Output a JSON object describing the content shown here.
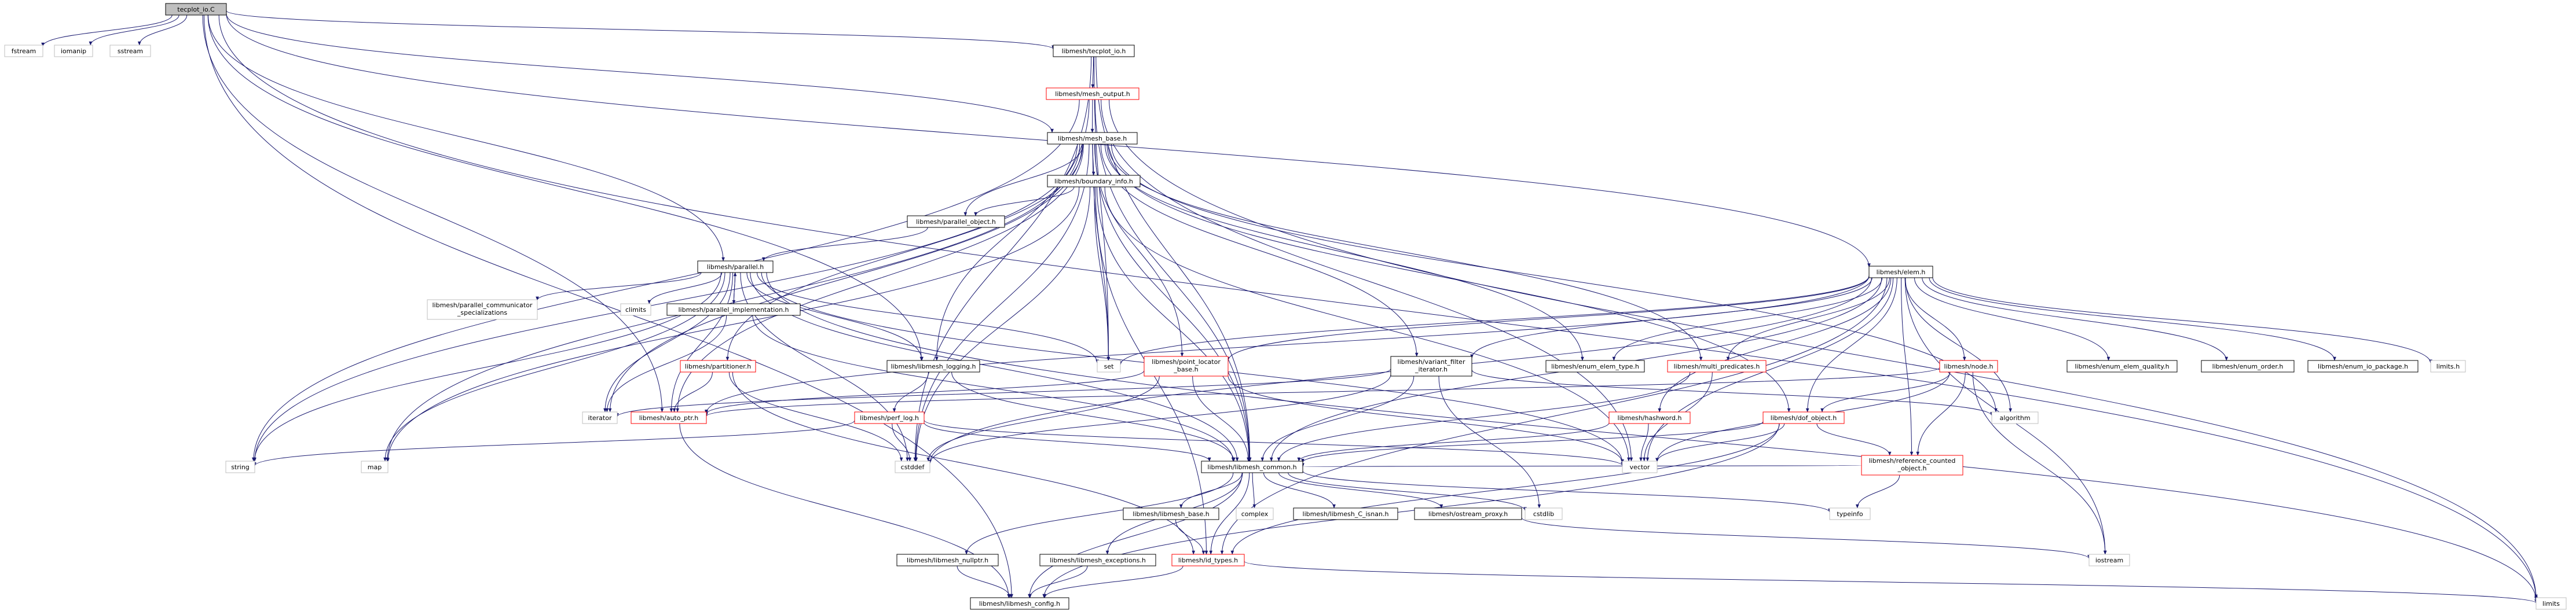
{
  "colors": {
    "edge": "#191970",
    "black_border": "#000000",
    "red_border": "#ff0000",
    "gray_border": "#bfbfbf",
    "root_fill": "#bfbfbf",
    "text": "#000000"
  },
  "nodes": {
    "tecplot_io_C": "tecplot_io.C",
    "fstream": "fstream",
    "iomanip": "iomanip",
    "sstream": "sstream",
    "tecplot_io_h": "libmesh/tecplot_io.h",
    "mesh_output_h": "libmesh/mesh_output.h",
    "mesh_base_h": "libmesh/mesh_base.h",
    "boundary_info_h": "libmesh/boundary_info.h",
    "parallel_object_h": "libmesh/parallel_object.h",
    "parallel_h": "libmesh/parallel.h",
    "parallel_comm_spec_1": "libmesh/parallel_communicator",
    "parallel_comm_spec_2": "_specializations",
    "climits": "climits",
    "parallel_implementation_h": "libmesh/parallel_implementation.h",
    "partitioner_h": "libmesh/partitioner.h",
    "libmesh_logging_h": "libmesh/libmesh_logging.h",
    "point_locator_base_1": "libmesh/point_locator",
    "point_locator_base_2": "_base.h",
    "set": "set",
    "variant_filter_iterator_1": "libmesh/variant_filter",
    "variant_filter_iterator_2": "_iterator.h",
    "enum_elem_type_h": "libmesh/enum_elem_type.h",
    "multi_predicates_h": "libmesh/multi_predicates.h",
    "node_h": "libmesh/node.h",
    "enum_elem_quality_h": "libmesh/enum_elem_quality.h",
    "enum_order_h": "libmesh/enum_order.h",
    "enum_io_package_h": "libmesh/enum_io_package.h",
    "limits_h": "limits.h",
    "elem_h": "libmesh/elem.h",
    "iterator": "iterator",
    "auto_ptr_h": "libmesh/auto_ptr.h",
    "perf_log_h": "libmesh/perf_log.h",
    "string": "string",
    "map": "map",
    "cstddef": "cstddef",
    "libmesh_common_h": "libmesh/libmesh_common.h",
    "hashword_h": "libmesh/hashword.h",
    "dof_object_h": "libmesh/dof_object.h",
    "algorithm": "algorithm",
    "vector": "vector",
    "reference_counted_1": "libmesh/reference_counted",
    "reference_counted_2": "_object.h",
    "complex": "complex",
    "libmesh_base_h": "libmesh/libmesh_base.h",
    "libmesh_C_isnan_h": "libmesh/libmesh_C_isnan.h",
    "ostream_proxy_h": "libmesh/ostream_proxy.h",
    "cstdlib": "cstdlib",
    "typeinfo": "typeinfo",
    "iostream": "iostream",
    "libmesh_nullptr_h": "libmesh/libmesh_nullptr.h",
    "libmesh_exceptions_h": "libmesh/libmesh_exceptions.h",
    "id_types_h": "libmesh/id_types.h",
    "libmesh_config_h": "libmesh/libmesh_config.h",
    "limits": "limits"
  }
}
